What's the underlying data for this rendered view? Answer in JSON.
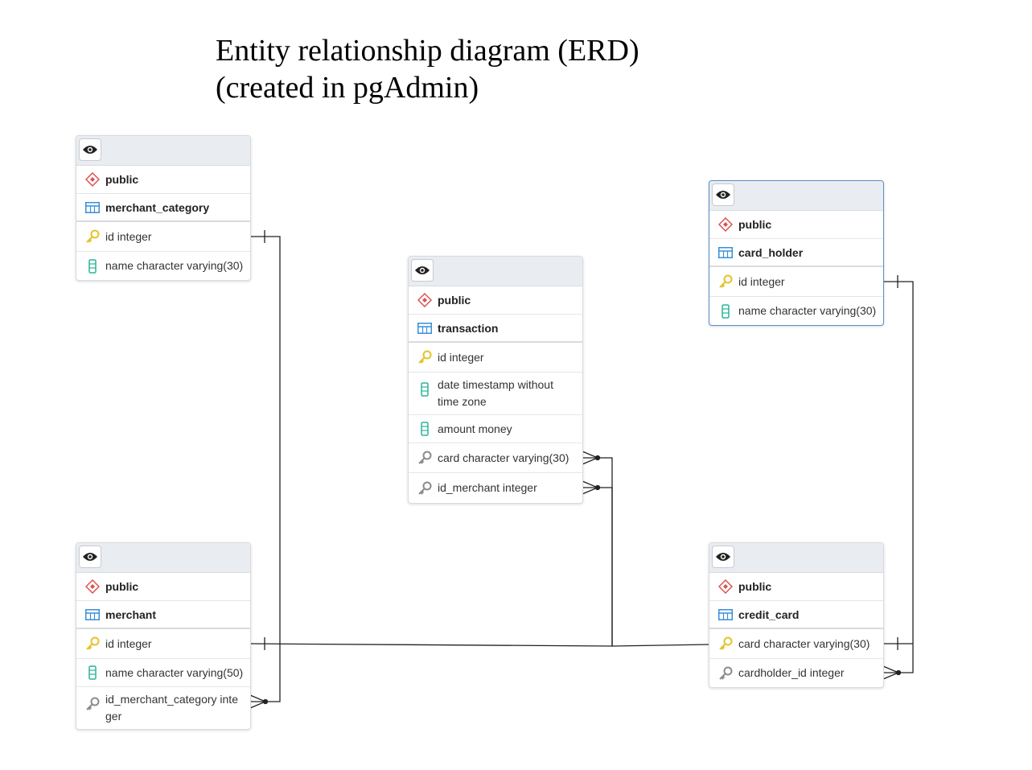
{
  "title": {
    "line1": "Entity relationship diagram (ERD)",
    "line2": "(created in pgAdmin)"
  },
  "tables": {
    "merchant_category": {
      "schema": "public",
      "name": "merchant_category",
      "columns": [
        "id integer",
        "name character varying(30)"
      ]
    },
    "transaction": {
      "schema": "public",
      "name": "transaction",
      "columns": [
        "id integer",
        "date timestamp without time zone",
        "amount money",
        "card character varying(30)",
        "id_merchant integer"
      ]
    },
    "card_holder": {
      "schema": "public",
      "name": "card_holder",
      "columns": [
        "id integer",
        "name character varying(30)"
      ]
    },
    "merchant": {
      "schema": "public",
      "name": "merchant",
      "columns": [
        "id integer",
        "name character varying(50)",
        "id_merchant_category integer"
      ]
    },
    "credit_card": {
      "schema": "public",
      "name": "credit_card",
      "columns": [
        "card character varying(30)",
        "cardholder_id integer"
      ]
    }
  },
  "icons": {
    "schema": "schema-diamond-icon",
    "table": "table-grid-icon",
    "primary_key": "primary-key-icon",
    "foreign_key": "foreign-key-icon",
    "column": "column-icon",
    "toggle": "eye-icon"
  },
  "colors": {
    "schema_icon": "#d9534f",
    "table_icon": "#3a8fd9",
    "primary_key": "#e6c229",
    "foreign_key": "#8c8c8c",
    "column_icon": "#2bb39a",
    "header_bg": "#e9ecf0",
    "link_line": "#222222",
    "selected_border": "#5b8fc7"
  }
}
